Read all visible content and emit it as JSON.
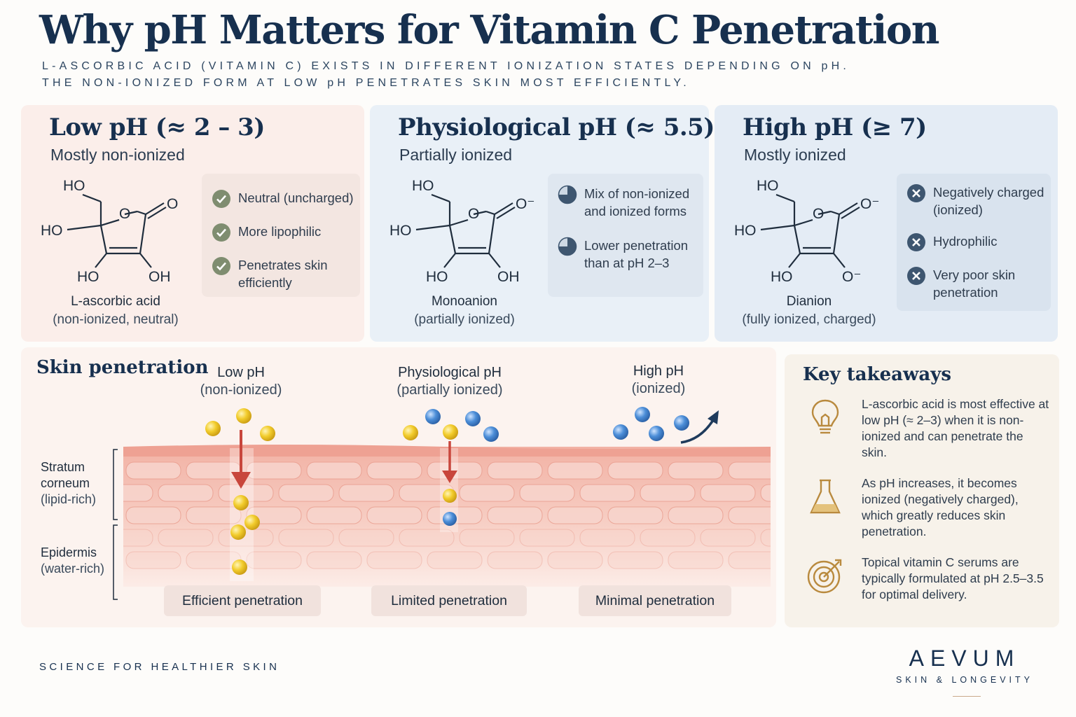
{
  "title": "Why pH Matters for Vitamin C Penetration",
  "subtitle_lines": [
    "L-ASCORBIC ACID (VITAMIN C) EXISTS IN DIFFERENT IONIZATION STATES DEPENDING ON pH.",
    "THE NON-IONIZED FORM AT LOW pH PENETRATES SKIN MOST EFFICIENTLY."
  ],
  "panels": [
    {
      "heading": "Low pH (≈ 2 – 3)",
      "state": "Mostly non-ionized",
      "molecule": {
        "name": "L-ascorbic acid",
        "desc": "(non-ionized, neutral)",
        "labels": [
          "HO",
          "HO",
          "O",
          "O",
          "HO",
          "OH"
        ]
      },
      "features": [
        "Neutral (uncharged)",
        "More lipophilic",
        "Penetrates skin efficiently"
      ],
      "feature_icon": "check-circle-icon",
      "accent": "#7f8d70"
    },
    {
      "heading": "Physiological pH (≈ 5.5)",
      "state": "Partially ionized",
      "molecule": {
        "name": "Monoanion",
        "desc": "(partially ionized)",
        "labels": [
          "HO",
          "HO",
          "O",
          "O⁻",
          "HO",
          "OH"
        ]
      },
      "features": [
        "Mix of non-ionized and ionized forms",
        "Lower penetration than at pH 2–3"
      ],
      "feature_icon": "quarter-circle-icon",
      "accent": "#3e5670"
    },
    {
      "heading": "High pH (≥ 7)",
      "state": "Mostly ionized",
      "molecule": {
        "name": "Dianion",
        "desc": "(fully ionized, charged)",
        "labels": [
          "HO",
          "HO",
          "O",
          "O⁻",
          "HO",
          "O⁻"
        ]
      },
      "features": [
        "Negatively charged (ionized)",
        "Hydrophilic",
        "Very poor skin penetration"
      ],
      "feature_icon": "x-circle-icon",
      "accent": "#3e5670"
    }
  ],
  "skin": {
    "title": "Skin penetration",
    "columns": [
      {
        "label": "Low pH",
        "sub": "(non-ionized)",
        "result": "Efficient penetration"
      },
      {
        "label": "Physiological pH",
        "sub": "(partially ionized)",
        "result": "Limited penetration"
      },
      {
        "label": "High pH",
        "sub": "(ionized)",
        "result": "Minimal penetration"
      }
    ],
    "layers": [
      {
        "name1": "Stratum",
        "name2": "corneum",
        "sub": "(lipid-rich)"
      },
      {
        "name1": "Epidermis",
        "sub": "(water-rich)"
      }
    ],
    "colors": {
      "non_ionized": "#f0c830",
      "ionized": "#4a8fd6",
      "arrow": "#c8463c",
      "skin_top": "#f3b3a7"
    }
  },
  "takeaways": {
    "title": "Key takeaways",
    "items": [
      {
        "icon": "lightbulb-icon",
        "text": "L-ascorbic acid is most effective at low pH (≈ 2–3) when it is non-ionized and can penetrate the skin."
      },
      {
        "icon": "flask-icon",
        "text": "As pH increases, it becomes ionized (negatively charged), which greatly reduces skin penetration."
      },
      {
        "icon": "target-icon",
        "text": "Topical vitamin C serums are typically formulated at pH 2.5–3.5 for optimal delivery."
      }
    ]
  },
  "footer": "SCIENCE FOR HEALTHIER SKIN",
  "brand": {
    "name": "AEVUM",
    "tagline": "SKIN & LONGEVITY"
  }
}
